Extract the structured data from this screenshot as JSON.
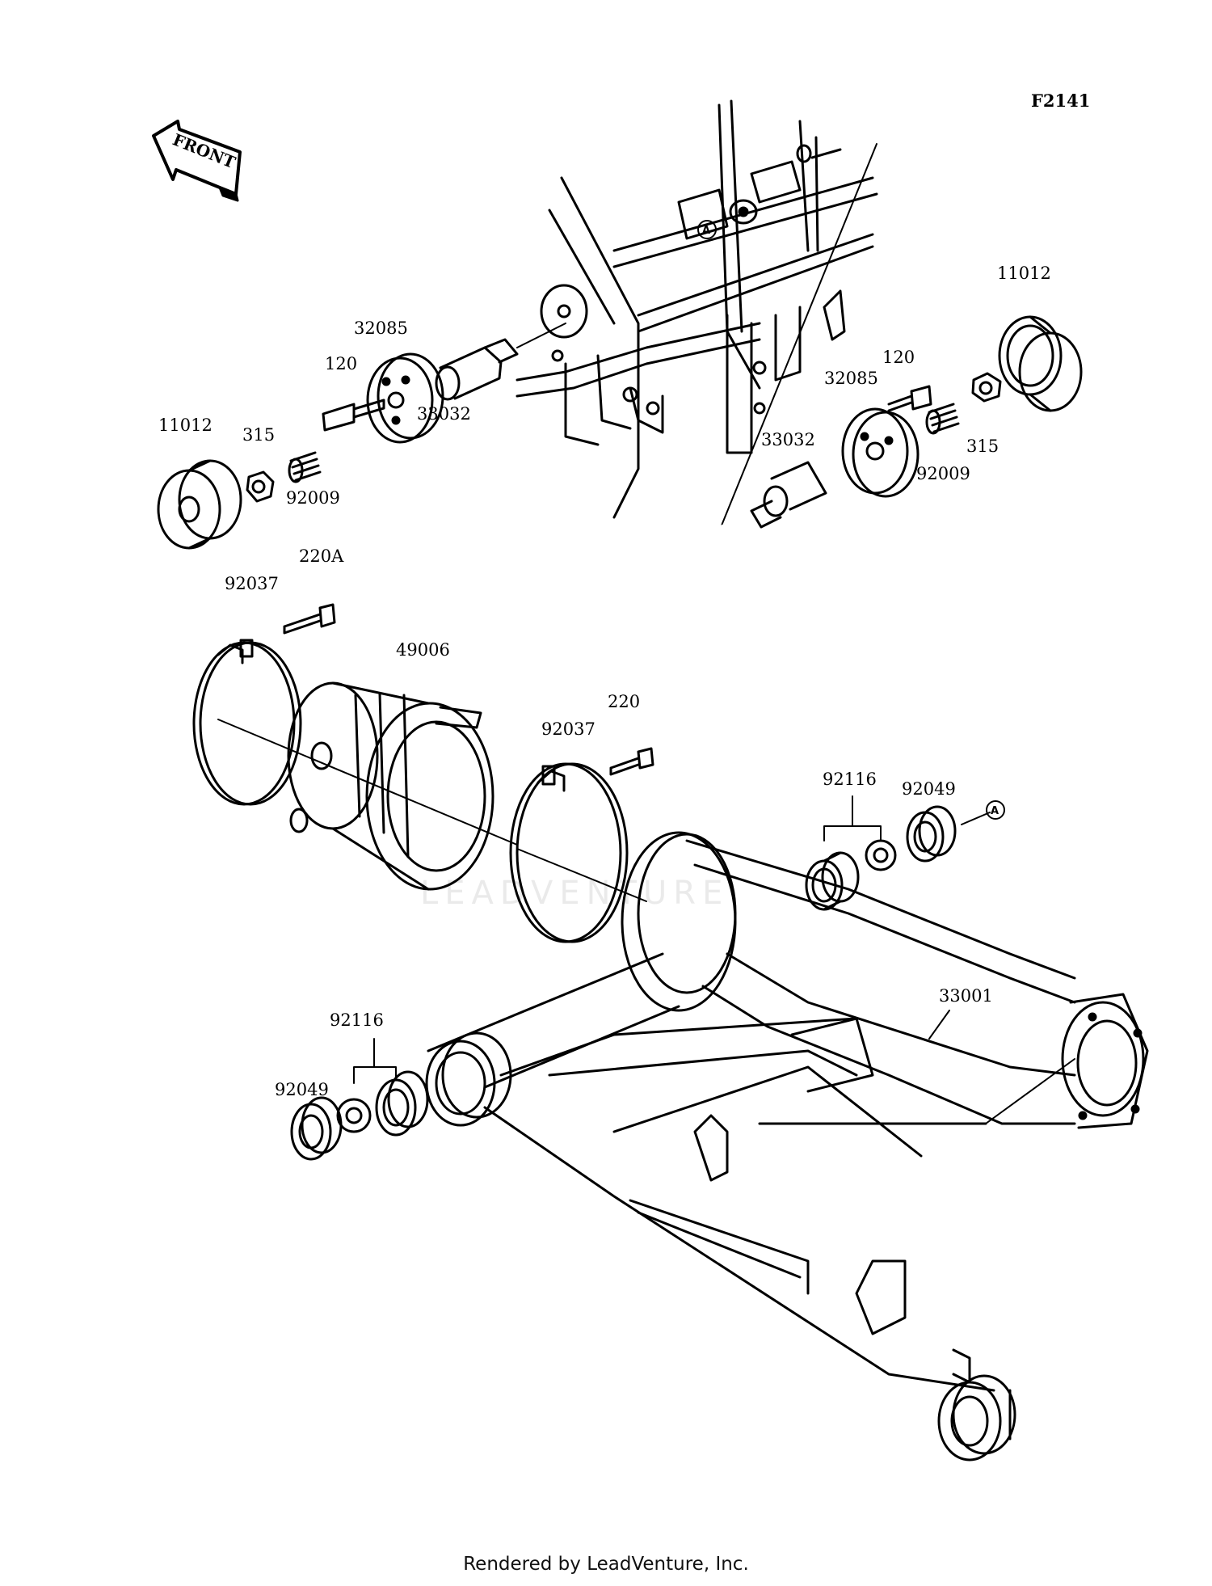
{
  "figure_id": "F2141",
  "front_arrow": "FRONT",
  "marker": "A",
  "footer": "Rendered by LeadVenture, Inc.",
  "watermark": "LEADVENTURE",
  "callouts": [
    {
      "id": "11012",
      "text": "11012"
    },
    {
      "id": "315",
      "text": "315"
    },
    {
      "id": "92009",
      "text": "92009"
    },
    {
      "id": "120",
      "text": "120"
    },
    {
      "id": "32085",
      "text": "32085"
    },
    {
      "id": "33032",
      "text": "33032"
    },
    {
      "id": "11012",
      "text": "11012"
    },
    {
      "id": "120",
      "text": "120"
    },
    {
      "id": "32085",
      "text": "32085"
    },
    {
      "id": "33032",
      "text": "33032"
    },
    {
      "id": "92009",
      "text": "92009"
    },
    {
      "id": "315",
      "text": "315"
    },
    {
      "id": "220A",
      "text": "220A"
    },
    {
      "id": "92037",
      "text": "92037"
    },
    {
      "id": "49006",
      "text": "49006"
    },
    {
      "id": "220",
      "text": "220"
    },
    {
      "id": "92037",
      "text": "92037"
    },
    {
      "id": "92116",
      "text": "92116"
    },
    {
      "id": "92049",
      "text": "92049"
    },
    {
      "id": "33001",
      "text": "33001"
    },
    {
      "id": "92116",
      "text": "92116"
    },
    {
      "id": "92049",
      "text": "92049"
    }
  ]
}
